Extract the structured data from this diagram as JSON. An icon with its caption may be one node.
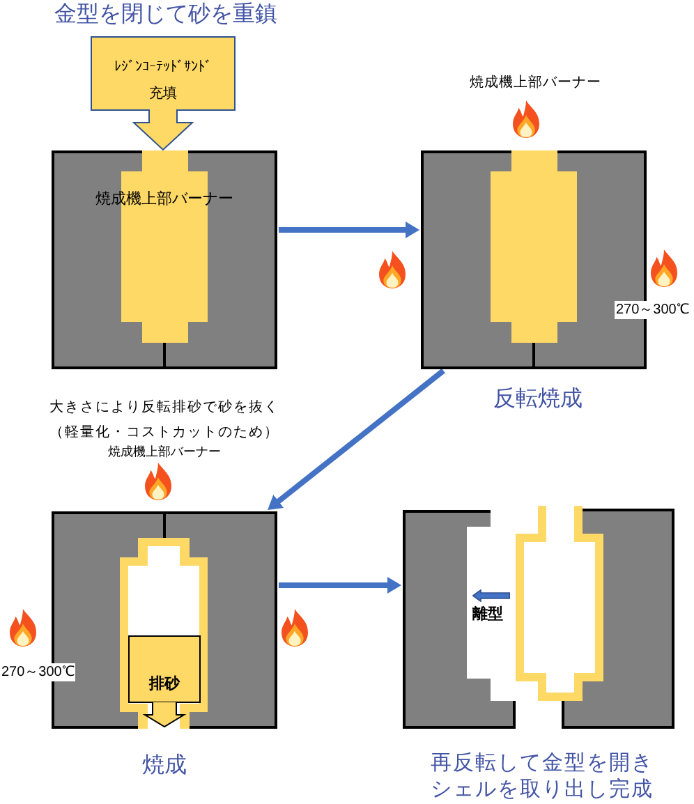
{
  "diagram": {
    "nodes": [
      {
        "text": [
          "焼成機上部バーナー"
        ]
      },
      {
        "text": [
          "ﾚｼﾞﾝｺｰﾃｯﾄﾞｻﾝﾄﾞ充填"
        ],
        "beside": [
          "金型を閉じて砂を重鎮"
        ]
      },
      {
        "text": [],
        "shape": "picture",
        "beside": [
          "反転焼成"
        ]
      },
      {
        "text": [],
        "shape": "picture",
        "beside": [
          "焼成"
        ]
      },
      {
        "text": [
          "排砂"
        ],
        "in": 3
      },
      {
        "text": [],
        "shape": "picture",
        "beside": [
          "再反転して金型を開きシェルを取り出し完成"
        ]
      },
      {
        "text": [],
        "shape": "picture",
        "in": 5
      }
    ],
    "edges": [
      {
        "from": 0,
        "to": 2,
        "arrow": "to"
      },
      {
        "from": 2,
        "to": 3,
        "arrow": "to"
      },
      {
        "from": 3,
        "to": 5,
        "arrow": "to"
      }
    ],
    "labels": [
      "焼成機上部バーナー",
      "270～300℃",
      "大きさにより反転排砂で砂を抜く（軽量化・コストカットのため）",
      "焼成機上部バーナー",
      "270～300℃",
      "離型"
    ]
  }
}
